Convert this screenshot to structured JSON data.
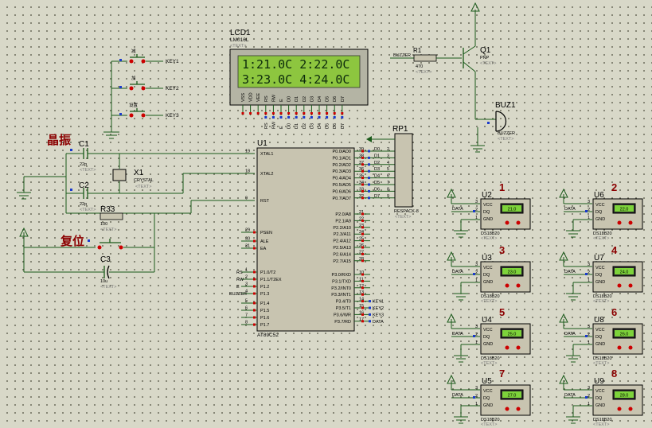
{
  "labels": {
    "crystal_note": "晶振",
    "reset_note": "复位",
    "text_placeholder": "<TEXT>"
  },
  "lcd": {
    "ref": "LCD1",
    "model": "LM016L",
    "line1": "1:21.0C  2:22.0C",
    "line2": "3:23.0C  4:24.0C",
    "pins": [
      "VSS",
      "VDD",
      "VEE",
      "RS",
      "RW",
      "E",
      "D0",
      "D1",
      "D2",
      "D3",
      "D4",
      "D5",
      "D6",
      "D7"
    ],
    "nets": [
      "RS",
      "RW",
      "E",
      "D0",
      "D1",
      "D2",
      "D3",
      "D4",
      "D5",
      "D6",
      "D7"
    ]
  },
  "keys": [
    {
      "ref": "KEY1",
      "label": "减"
    },
    {
      "ref": "KEY2",
      "label": "加"
    },
    {
      "ref": "KEY3",
      "label": "设置"
    }
  ],
  "buzzer": {
    "net": "BUZZER",
    "r_ref": "R1",
    "r_val": "470",
    "q_ref": "Q1",
    "q_type": "PNP",
    "buz_ref": "BUZ1",
    "buz_type": "BUZZER"
  },
  "mcu": {
    "ref": "U1",
    "model": "AT89C52",
    "left_pins": [
      {
        "num": "19",
        "name": "XTAL1"
      },
      {
        "num": "18",
        "name": "XTAL2"
      },
      {
        "num": "9",
        "name": "RST"
      },
      {
        "num": "29",
        "name": "PSEN"
      },
      {
        "num": "30",
        "name": "ALE"
      },
      {
        "num": "31",
        "name": "EA"
      },
      {
        "num": "1",
        "name": "P1.0/T2",
        "net": "RS"
      },
      {
        "num": "2",
        "name": "P1.1/T2EX",
        "net": "RW"
      },
      {
        "num": "3",
        "name": "P1.2",
        "net": "E"
      },
      {
        "num": "4",
        "name": "P1.3",
        "net": "BUZZER"
      },
      {
        "num": "5",
        "name": "P1.4"
      },
      {
        "num": "6",
        "name": "P1.5"
      },
      {
        "num": "7",
        "name": "P1.6"
      },
      {
        "num": "8",
        "name": "P1.7"
      }
    ],
    "p0_pins": [
      {
        "num": "39",
        "name": "P0.0/AD0",
        "net": "D0"
      },
      {
        "num": "38",
        "name": "P0.1/AD1",
        "net": "D1"
      },
      {
        "num": "37",
        "name": "P0.2/AD2",
        "net": "D2"
      },
      {
        "num": "36",
        "name": "P0.3/AD3",
        "net": "D3"
      },
      {
        "num": "35",
        "name": "P0.4/AD4",
        "net": "D4"
      },
      {
        "num": "34",
        "name": "P0.5/AD5",
        "net": "D5"
      },
      {
        "num": "33",
        "name": "P0.6/AD6",
        "net": "D6"
      },
      {
        "num": "32",
        "name": "P0.7/AD7",
        "net": "D7"
      }
    ],
    "p2_pins": [
      {
        "num": "21",
        "name": "P2.0/A8"
      },
      {
        "num": "22",
        "name": "P2.1/A9"
      },
      {
        "num": "23",
        "name": "P2.2/A10"
      },
      {
        "num": "24",
        "name": "P2.3/A11"
      },
      {
        "num": "25",
        "name": "P2.4/A12"
      },
      {
        "num": "26",
        "name": "P2.5/A13"
      },
      {
        "num": "27",
        "name": "P2.6/A14"
      },
      {
        "num": "28",
        "name": "P2.7/A15"
      }
    ],
    "p3_pins": [
      {
        "num": "10",
        "name": "P3.0/RXD"
      },
      {
        "num": "11",
        "name": "P3.1/TXD"
      },
      {
        "num": "12",
        "name": "P3.2/INT0"
      },
      {
        "num": "13",
        "name": "P3.3/INT1"
      },
      {
        "num": "14",
        "name": "P3.4/T0",
        "net": "KEY1"
      },
      {
        "num": "15",
        "name": "P3.5/T1",
        "net": "KEY2"
      },
      {
        "num": "16",
        "name": "P3.6/WR",
        "net": "KEY3"
      },
      {
        "num": "17",
        "name": "P3.7/RD",
        "net": "DATA"
      }
    ]
  },
  "rp": {
    "ref": "RP1",
    "model": "RESPACK-8",
    "pins": [
      "2",
      "3",
      "4",
      "5",
      "6",
      "7",
      "8",
      "9"
    ]
  },
  "crystal": {
    "c1": "C1",
    "c1v": "22p",
    "c2": "C2",
    "c2v": "22p",
    "x": "X1",
    "xt": "CRYSTAL"
  },
  "reset": {
    "r": "R33",
    "rv": "100",
    "c": "C3",
    "cv": "10u"
  },
  "sensors": [
    {
      "ref": "U2",
      "num": "1",
      "temp": "21.0"
    },
    {
      "ref": "U6",
      "num": "2",
      "temp": "22.0"
    },
    {
      "ref": "U3",
      "num": "3",
      "temp": "23.0"
    },
    {
      "ref": "U7",
      "num": "4",
      "temp": "24.0"
    },
    {
      "ref": "U4",
      "num": "5",
      "temp": "25.0"
    },
    {
      "ref": "U8",
      "num": "6",
      "temp": "26.0"
    },
    {
      "ref": "U5",
      "num": "7",
      "temp": "27.0"
    },
    {
      "ref": "U9",
      "num": "8",
      "temp": "28.0"
    }
  ],
  "sensor_common": {
    "model": "DS18B20",
    "vcc": "VCC",
    "dq": "DQ",
    "gnd": "GND",
    "net": "DATA"
  }
}
